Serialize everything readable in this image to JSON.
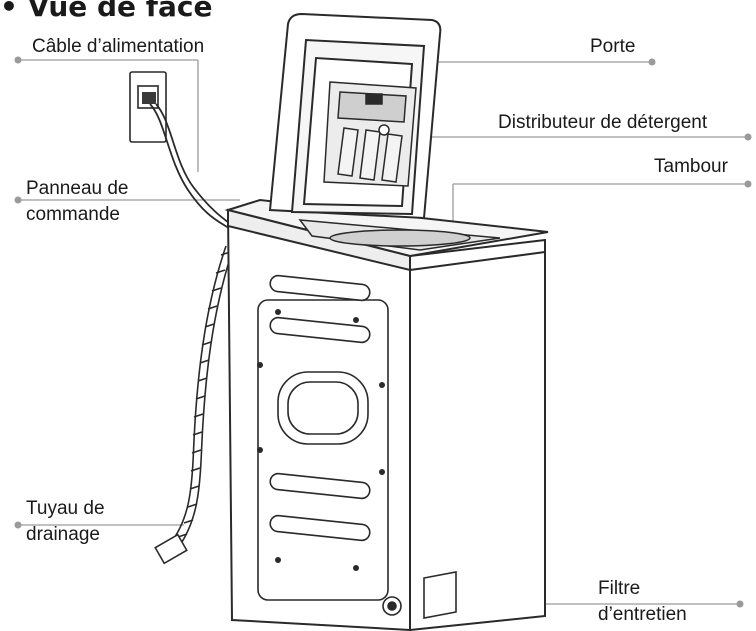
{
  "title": "• Vue de face",
  "labels": {
    "power_cable": "Câble d’alimentation",
    "door": "Porte",
    "detergent_dispenser": "Distributeur de détergent",
    "drum": "Tambour",
    "control_panel_line1": "Panneau de",
    "control_panel_line2": "commande",
    "drain_hose_line1": "Tuyau de",
    "drain_hose_line2": "drainage",
    "service_filter_line1": "Filtre",
    "service_filter_line2": "d’entretien"
  },
  "colors": {
    "line": "#9a9a9a",
    "drawing": "#2a2a2a",
    "shade": "#d6d6d6"
  }
}
